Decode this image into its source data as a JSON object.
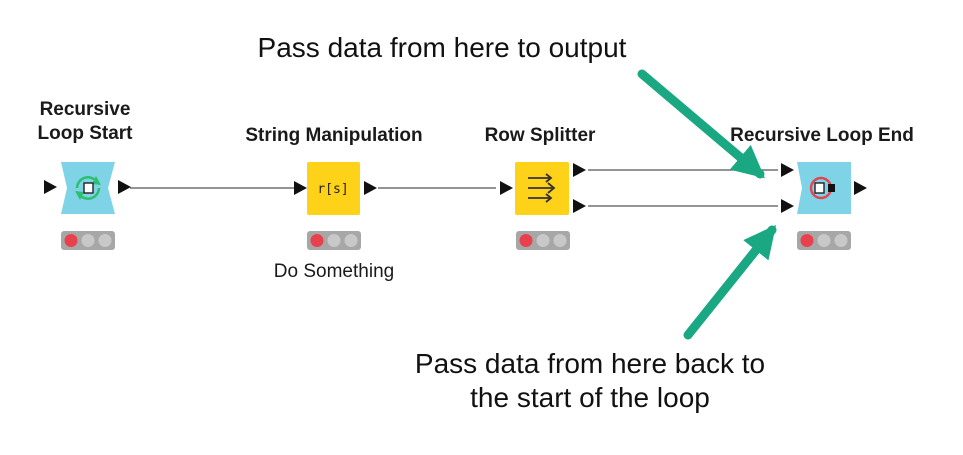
{
  "nodes": [
    {
      "id": "recursive-loop-start",
      "title_line1": "Recursive",
      "title_line2": "Loop Start",
      "color": "#7fd3e6",
      "status": [
        "red",
        "grey",
        "grey"
      ]
    },
    {
      "id": "string-manipulation",
      "title": "String Manipulation",
      "glyph": "r[s]",
      "subtitle": "Do Something",
      "color": "#ffd21a",
      "status": [
        "red",
        "grey",
        "grey"
      ]
    },
    {
      "id": "row-splitter",
      "title": "Row Splitter",
      "color": "#ffd21a",
      "status": [
        "red",
        "grey",
        "grey"
      ]
    },
    {
      "id": "recursive-loop-end",
      "title": "Recursive Loop End",
      "color": "#7fd3e6",
      "status": [
        "red",
        "grey",
        "grey"
      ]
    }
  ],
  "callouts": {
    "top": "Pass data from here to output",
    "bottom_line1": "Pass data from here back to",
    "bottom_line2": "the start of the loop"
  },
  "colors": {
    "arrow": "#1aa883",
    "status_red": "#e8414d",
    "status_grey": "#c8c8c8",
    "status_bg": "#a7a7a7",
    "connection": "#555555"
  },
  "icons": [
    "loop-start-icon",
    "string-manipulation-icon",
    "row-splitter-icon",
    "loop-end-icon"
  ]
}
